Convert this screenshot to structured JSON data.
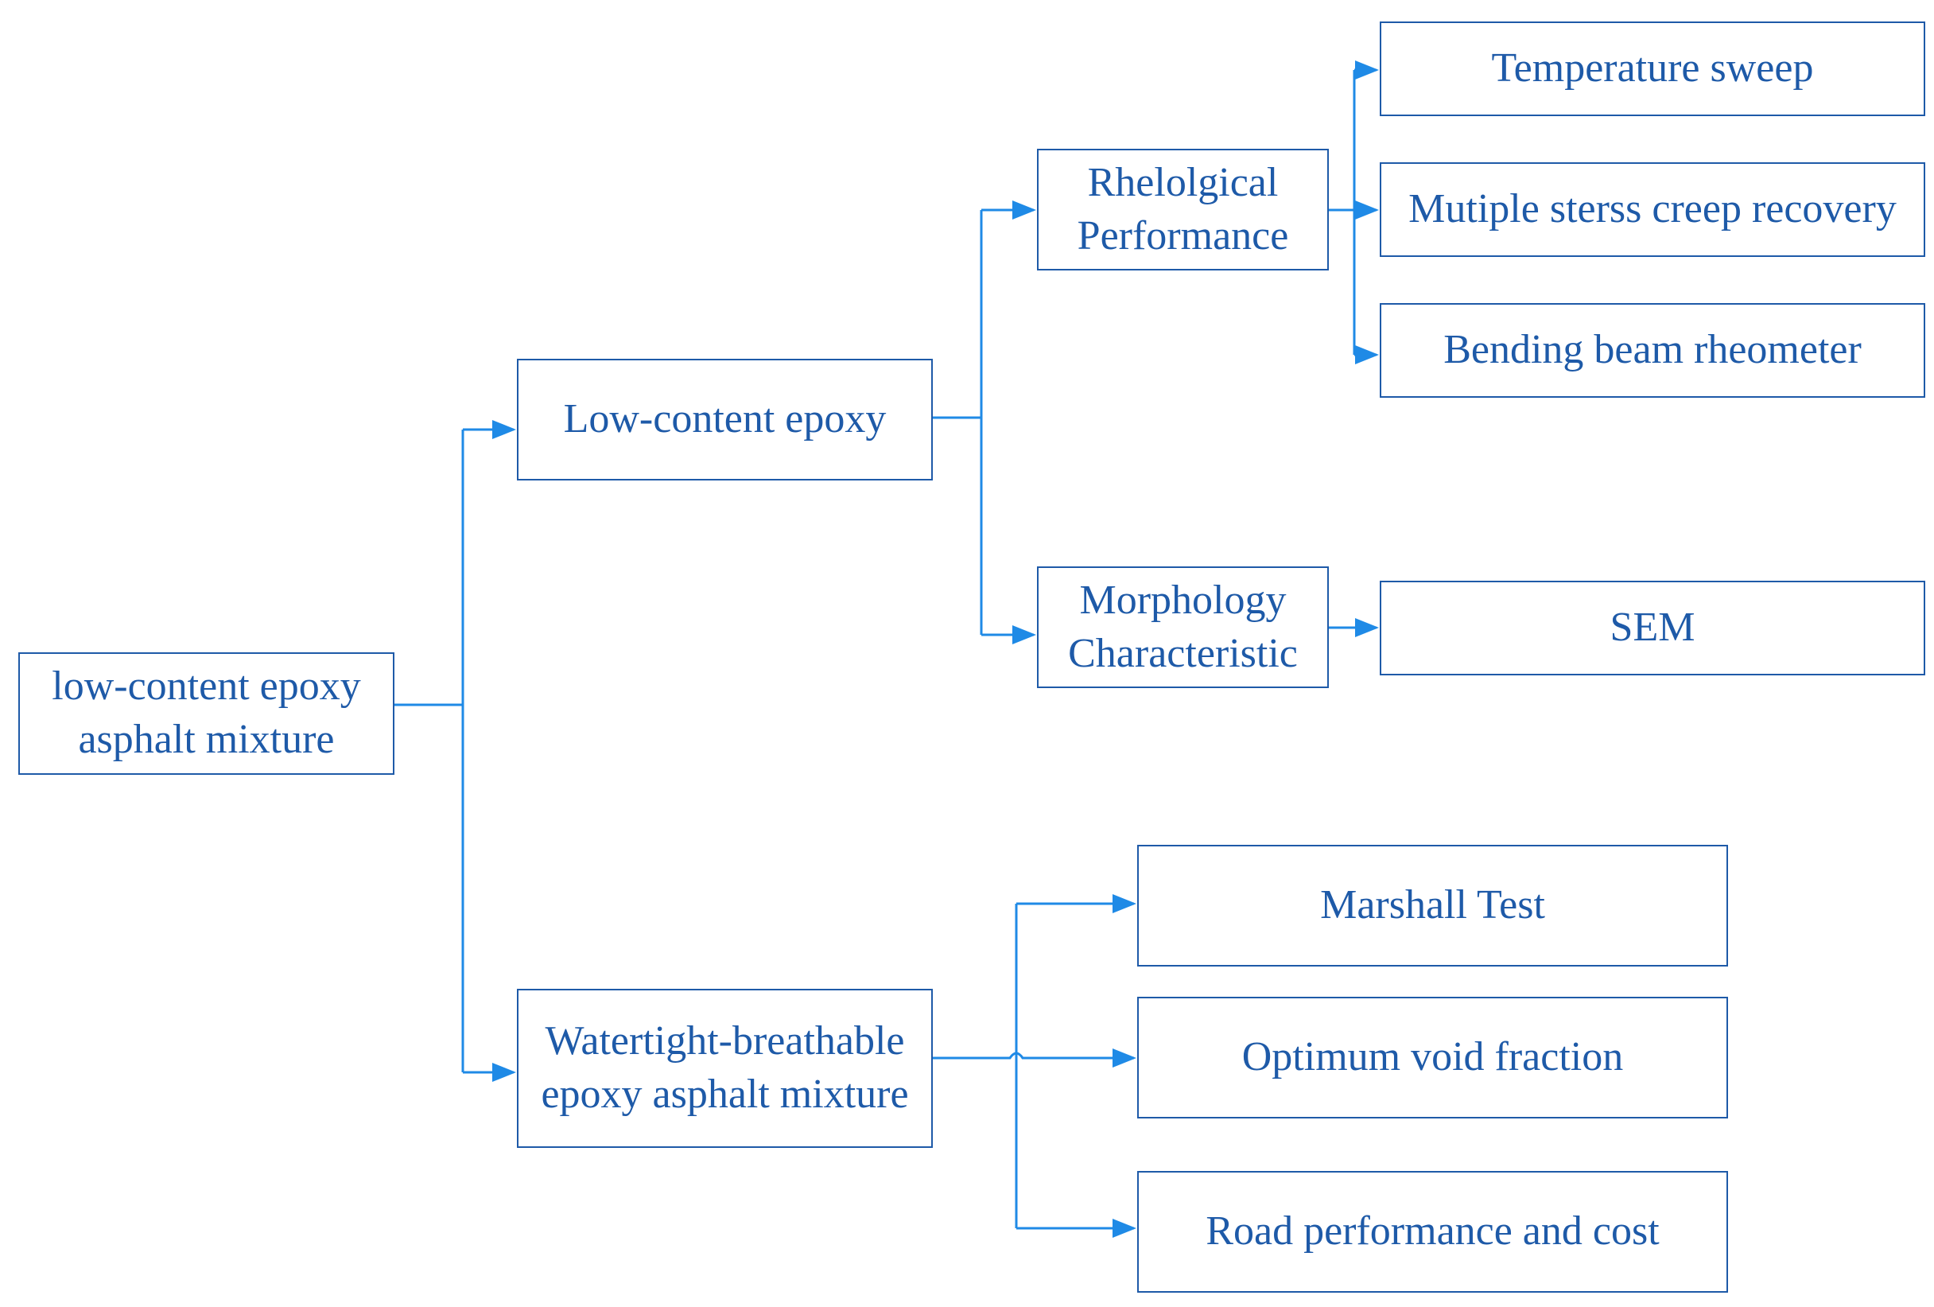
{
  "colors": {
    "box_border": "#1e5aa8",
    "text": "#1e5aa8",
    "connector": "#1f8ae6"
  },
  "nodes": {
    "root": "low-content epoxy\nasphalt mixture",
    "low_content_epoxy": "Low-content epoxy",
    "watertight": "Watertight-breathable\nepoxy asphalt mixture",
    "rheological": "Rhelolgical\nPerformance",
    "morphology": "Morphology\nCharacteristic",
    "temperature_sweep": "Temperature sweep",
    "mscr": "Mutiple sterss creep recovery",
    "bbr": "Bending beam rheometer",
    "sem": "SEM",
    "marshall": "Marshall Test",
    "void_fraction": "Optimum void fraction",
    "road_performance": "Road performance and cost"
  }
}
